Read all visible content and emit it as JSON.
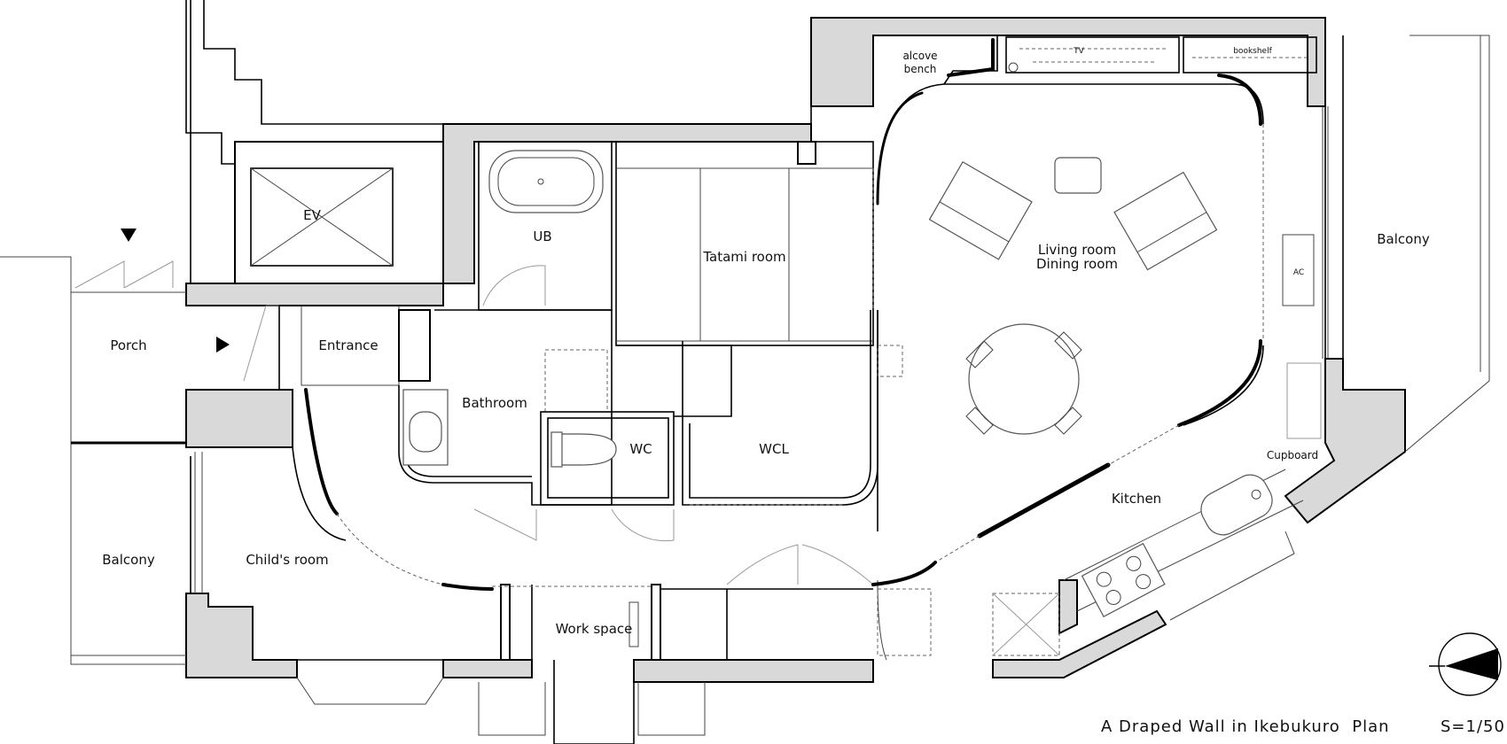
{
  "plan": {
    "rooms": {
      "ev": "EV",
      "ub": "UB",
      "tatami": "Tatami room",
      "living": "Living room",
      "dining": "Dining room",
      "alcove_1": "alcove",
      "alcove_2": "bench",
      "tv": "TV",
      "bookshelf": "bookshelf",
      "balcony_right": "Balcony",
      "ac": "AC",
      "porch": "Porch",
      "entrance": "Entrance",
      "bathroom": "Bathroom",
      "wc": "WC",
      "wcl": "WCL",
      "cupboard": "Cupboard",
      "kitchen": "Kitchen",
      "balcony_left": "Balcony",
      "childs_room": "Child's room",
      "work_space": "Work space"
    },
    "caption": "A Draped Wall in Ikebukuro  Plan",
    "scale": "S=1/50"
  }
}
